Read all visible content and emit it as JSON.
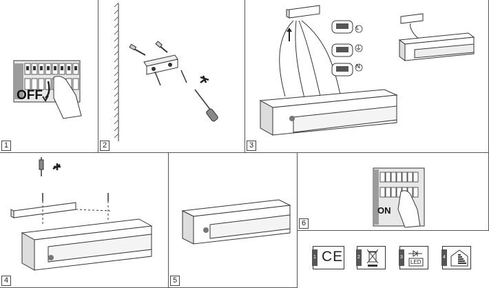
{
  "panels": [
    {
      "number": "1",
      "label": "OFF"
    },
    {
      "number": "2"
    },
    {
      "number": "3",
      "terminals": [
        "L",
        "⏚",
        "N"
      ]
    },
    {
      "number": "4"
    },
    {
      "number": "5"
    },
    {
      "number": "6",
      "label": "ON"
    }
  ],
  "certification": {
    "items": [
      {
        "number": "1",
        "text": "CE",
        "icon": "ce-mark-icon"
      },
      {
        "number": "2",
        "icon": "crossed-bin-icon"
      },
      {
        "number": "3",
        "text": "LED",
        "icon": "led-diode-icon"
      },
      {
        "number": "4",
        "icon": "energy-class-icon"
      }
    ]
  },
  "colors": {
    "line": "#333333",
    "grey": "#bdbdbd",
    "dark": "#444444"
  }
}
